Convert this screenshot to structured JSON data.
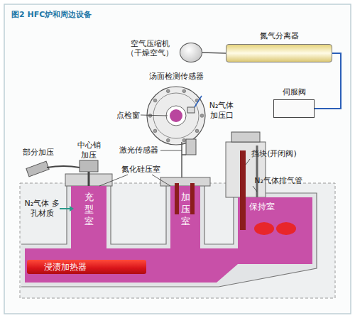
{
  "diagram": {
    "title": "图2 HFC炉和周边设备",
    "nodes": [
      {
        "text": [
          "空气压缩机 （干燥空气）"
        ]
      },
      {
        "text": [
          "氮气分离器"
        ]
      },
      {
        "text": [
          "伺服阀"
        ]
      },
      {
        "text": [
          "汤面检测传感器"
        ]
      },
      {
        "text": [
          "充型室"
        ]
      },
      {
        "text": [
          "加压室"
        ]
      },
      {
        "text": [
          "保持室"
        ]
      },
      {
        "text": [
          "浸渍加热器"
        ]
      }
    ],
    "edges": [
      {
        "from": 0,
        "to": 1,
        "arrow": "none"
      },
      {
        "from": 1,
        "to": 2,
        "arrow": "none"
      }
    ],
    "labels": [
      "点检窗",
      "N₂气体 加压口",
      "激光传感器",
      "部分加压",
      "中心销 加压",
      "N₂气体 多孔材质",
      "氮化硅压室",
      "挡块(开闭阀)",
      "N₂气体排气管"
    ]
  }
}
